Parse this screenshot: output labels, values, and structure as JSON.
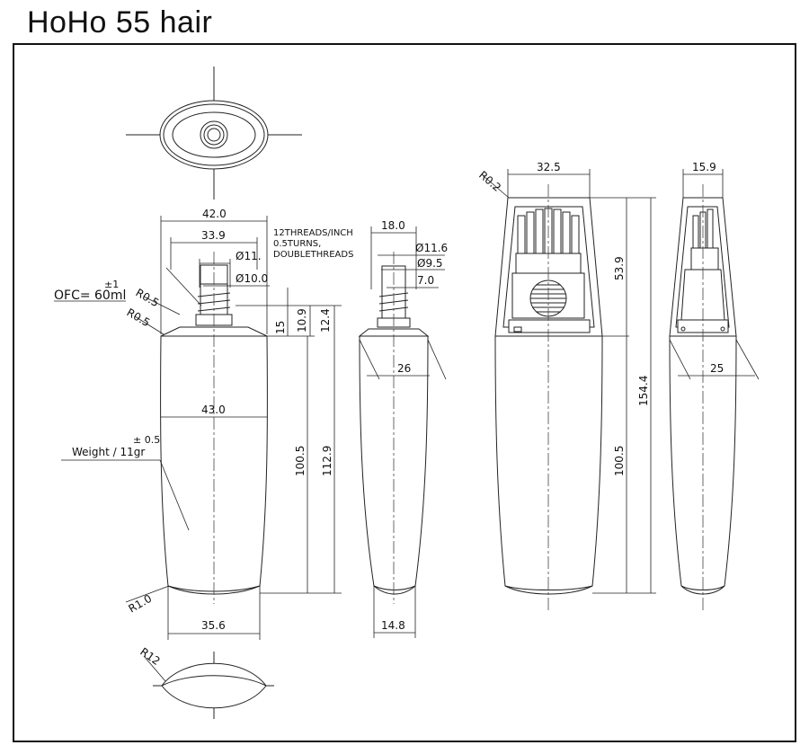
{
  "title": "HoHo 55 hair",
  "dimensions": {
    "d42": "42.0",
    "d33_9": "33.9",
    "d11": "Ø11.",
    "d10": "Ø10.0",
    "d43": "43.0",
    "d35_6": "35.6",
    "d100_5a": "100.5",
    "d112_9": "112.9",
    "d15": "15",
    "d10_9": "10.9",
    "d12_4": "12.4",
    "r05a": "R0.5",
    "r05b": "R0.5",
    "r10": "R1.0",
    "r12": "R12",
    "d18": "18.0",
    "d11_6": "Ø11.6",
    "d9_5": "Ø9.5",
    "d7": "7.0",
    "d26": "26",
    "d14_8": "14.8",
    "d32_5": "32.5",
    "r02": "R0.2",
    "d53_9": "53.9",
    "d154_4": "154.4",
    "d100_5b": "100.5",
    "d15_9": "15.9",
    "d25": "25"
  },
  "notes": {
    "threads_line1": "12THREADS/INCH",
    "threads_line2": "0.5TURNS,",
    "threads_line3": "DOUBLETHREADS",
    "ofc": "OFC= 60ml",
    "ofc_tol": "±1",
    "weight": "Weight / 11gr",
    "weight_tol": "± 0.5"
  }
}
